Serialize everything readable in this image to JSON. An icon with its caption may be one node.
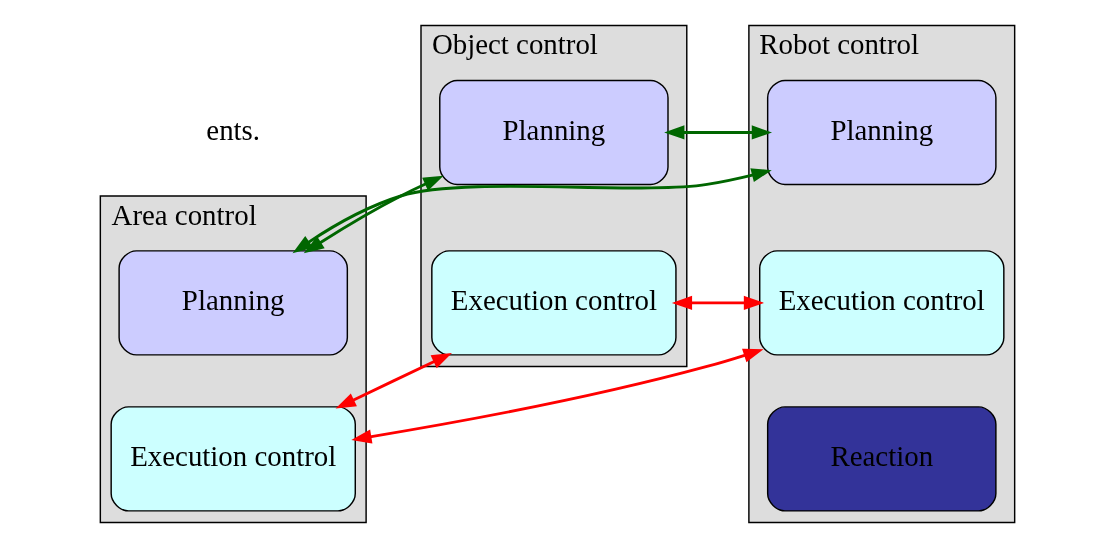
{
  "diagram": {
    "nodes": [
      {
        "text": [
          "Area control"
        ]
      },
      {
        "text": [
          "Planning"
        ],
        "in": 0
      },
      {
        "text": [
          "Execution control"
        ],
        "in": 0
      },
      {
        "text": [
          "Object control"
        ]
      },
      {
        "text": [
          "Planning"
        ],
        "in": 3
      },
      {
        "text": [
          "Execution control"
        ],
        "in": 3
      },
      {
        "text": [
          "Robot control"
        ]
      },
      {
        "text": [
          "Planning"
        ],
        "in": 6
      },
      {
        "text": [
          "Execution control"
        ],
        "in": 6
      },
      {
        "text": [
          "Reaction"
        ],
        "in": 6
      }
    ],
    "edges": [
      {
        "from": 1,
        "to": 4,
        "arrow": "both",
        "color": "#006600"
      },
      {
        "from": 4,
        "to": 7,
        "arrow": "both",
        "color": "#006600"
      },
      {
        "from": 1,
        "to": 7,
        "arrow": "both",
        "color": "#006600"
      },
      {
        "from": 2,
        "to": 5,
        "arrow": "both",
        "color": "#ff0000"
      },
      {
        "from": 5,
        "to": 8,
        "arrow": "both",
        "color": "#ff0000"
      },
      {
        "from": 2,
        "to": 8,
        "arrow": "both",
        "color": "#ff0000"
      }
    ],
    "labels": [
      "ents."
    ]
  }
}
